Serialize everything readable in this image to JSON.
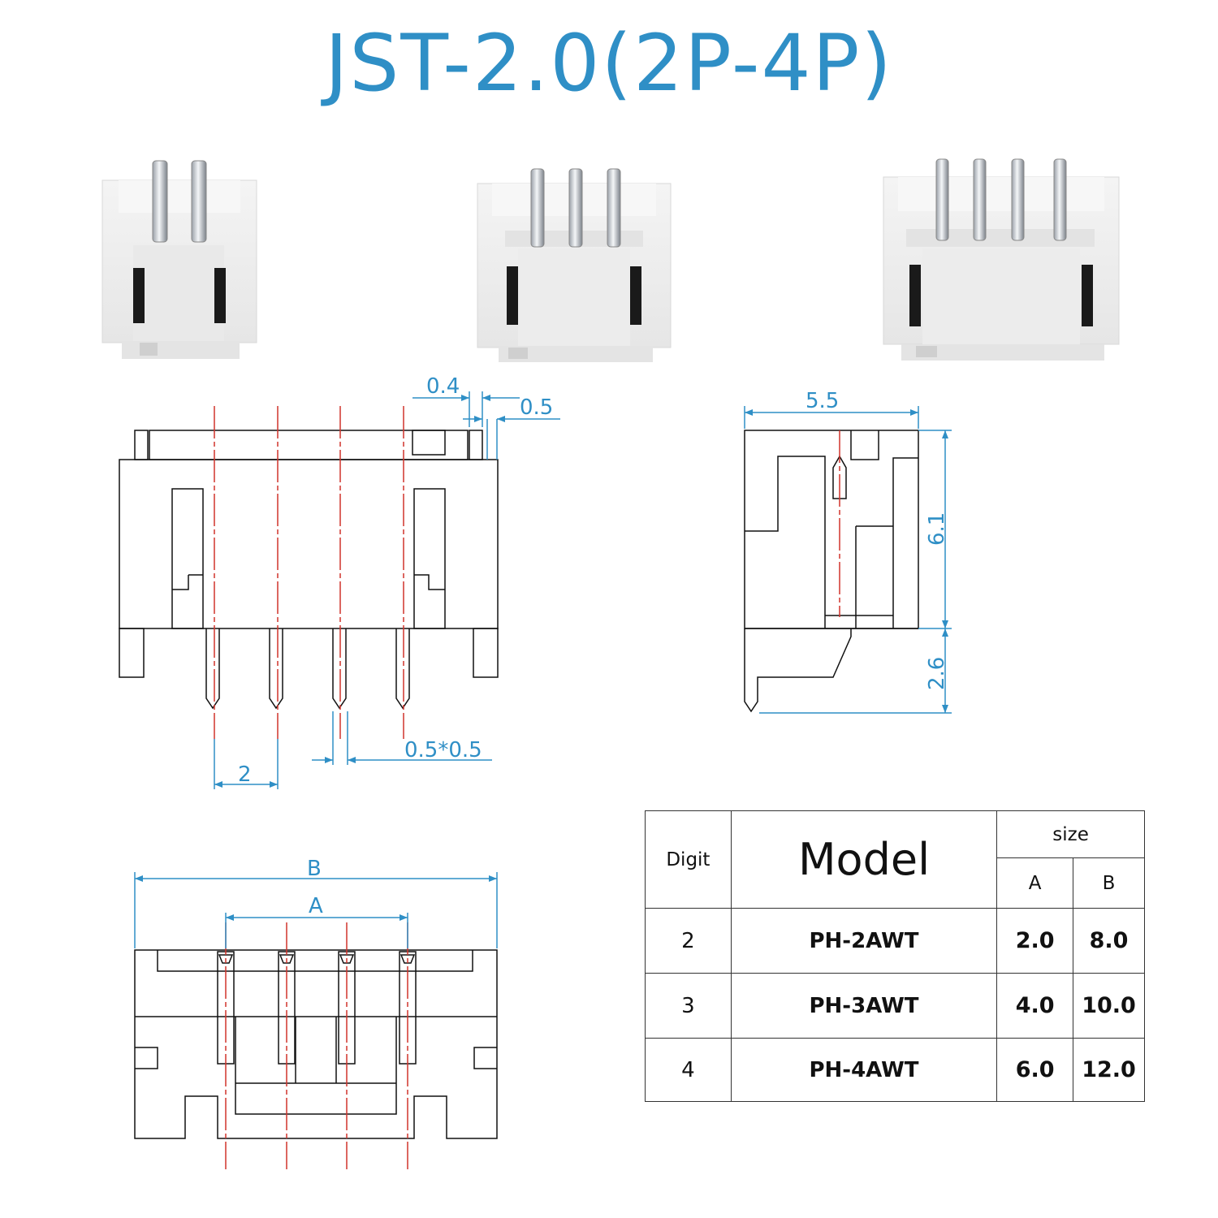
{
  "title": "JST-2.0(2P-4P)",
  "colors": {
    "accent": "#2f8fc6",
    "centerline": "#d0342c",
    "outline": "#111111",
    "connector_body": "#eeeeee"
  },
  "connectors": [
    {
      "pins": 2
    },
    {
      "pins": 3
    },
    {
      "pins": 4
    }
  ],
  "front_view": {
    "dim_gap": "0.4",
    "dim_wall": "0.5",
    "dim_pitch": "2",
    "dim_pin": "0.5*0.5"
  },
  "side_view": {
    "dim_depth": "5.5",
    "dim_height": "6.1",
    "dim_pin_length": "2.6"
  },
  "bottom_view": {
    "dim_b": "B",
    "dim_a": "A"
  },
  "table": {
    "header_digit": "Digit",
    "header_model": "Model",
    "header_size": "size",
    "header_a": "A",
    "header_b": "B",
    "rows": [
      {
        "digit": "2",
        "model": "PH-2AWT",
        "a": "2.0",
        "b": "8.0"
      },
      {
        "digit": "3",
        "model": "PH-3AWT",
        "a": "4.0",
        "b": "10.0"
      },
      {
        "digit": "4",
        "model": "PH-4AWT",
        "a": "6.0",
        "b": "12.0"
      }
    ]
  }
}
